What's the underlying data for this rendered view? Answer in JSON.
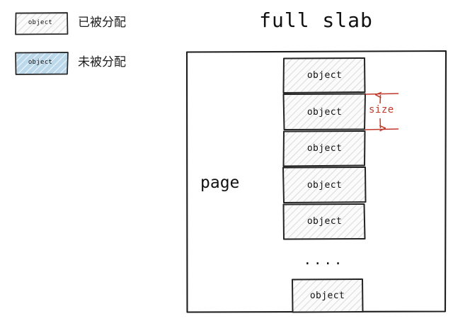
{
  "title": "full slab",
  "colors": {
    "ink": "#1a1a1a",
    "annotation_red": "#c0392b",
    "allocated_fill": "#fafafa",
    "allocated_hatch": "#d8d8d8",
    "unallocated_fill": "#bcd9ec",
    "unallocated_hatch": "#ffffff"
  },
  "legend": {
    "items": [
      {
        "box_text": "object",
        "label": "已被分配",
        "state": "allocated",
        "fill": "#fafafa"
      },
      {
        "box_text": "object",
        "label": "未被分配",
        "state": "unallocated",
        "fill": "#bcd9ec"
      }
    ]
  },
  "diagram": {
    "container_label": "page",
    "annotation": {
      "label": "size",
      "color": "#c0392b",
      "describes": "height of one object"
    },
    "ellipsis": "....",
    "objects": [
      {
        "text": "object",
        "state": "allocated"
      },
      {
        "text": "object",
        "state": "allocated"
      },
      {
        "text": "object",
        "state": "allocated"
      },
      {
        "text": "object",
        "state": "allocated"
      },
      {
        "text": "object",
        "state": "allocated"
      },
      {
        "text": "object",
        "state": "allocated"
      }
    ]
  }
}
